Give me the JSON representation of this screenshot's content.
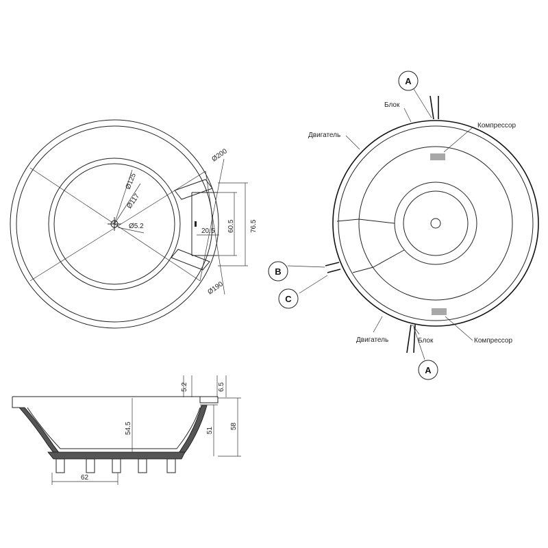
{
  "top_view": {
    "dims": {
      "d200": "Ø200",
      "d125": "Ø125",
      "d117": "Ø117",
      "d5_2": "Ø5.2",
      "d190": "Ø190",
      "d20_5": "20.5",
      "d60_5": "60.5",
      "d76_5": "76.5"
    }
  },
  "section_view": {
    "dims": {
      "d5_2": "5.2",
      "d6_5": "6.5",
      "d54_5": "54.5",
      "d51": "51",
      "d58": "58",
      "d62": "62"
    }
  },
  "schematic": {
    "labels": {
      "block_top": "Блок",
      "block_bottom": "Блок",
      "engine_top": "Двигатель",
      "engine_bottom": "Двигатель",
      "compressor_top": "Компрессор",
      "compressor_bottom": "Компрессор"
    },
    "markers": {
      "a_top": "A",
      "a_bottom": "A",
      "b": "B",
      "c": "C"
    },
    "colors": {
      "compressor_fill": "#a8a8a8"
    }
  }
}
